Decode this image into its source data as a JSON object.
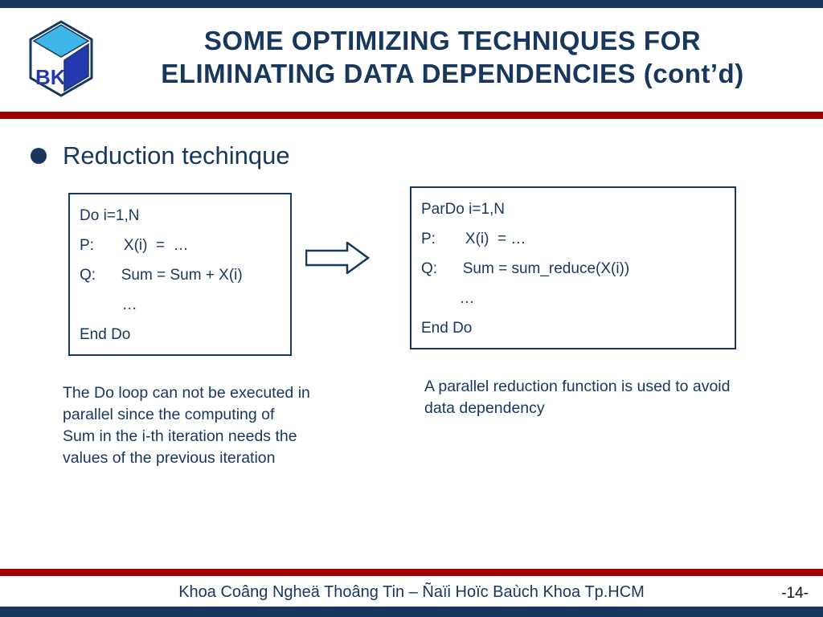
{
  "colors": {
    "navy": "#17375E",
    "accent_red": "#A00000",
    "logo_cyan": "#3EB7E8",
    "logo_blue": "#2438B0"
  },
  "header": {
    "logo_text": "BK",
    "title_line1": "SOME OPTIMIZING TECHNIQUES FOR",
    "title_line2": "ELIMINATING DATA DEPENDENCIES (cont’d)"
  },
  "content": {
    "bullet_label": "Reduction techinque",
    "left_box": {
      "lines": [
        "Do i=1,N",
        "P:       X(i)  =  …",
        "Q:      Sum = Sum + X(i)",
        "          …",
        "End Do"
      ]
    },
    "right_box": {
      "lines": [
        "ParDo i=1,N",
        "P:       X(i)  = …",
        "Q:      Sum = sum_reduce(X(i))",
        "         …",
        "End Do"
      ]
    },
    "left_caption": "The Do loop can not be executed in parallel since the computing of Sum in the i-th iteration needs the values of the previous iteration",
    "right_caption": "A parallel reduction function is used to avoid data dependency"
  },
  "footer": {
    "text": "Khoa Coâng Ngheä Thoâng Tin – Ñaïi Hoïc Baùch Khoa Tp.HCM",
    "page_number": "-14-"
  }
}
